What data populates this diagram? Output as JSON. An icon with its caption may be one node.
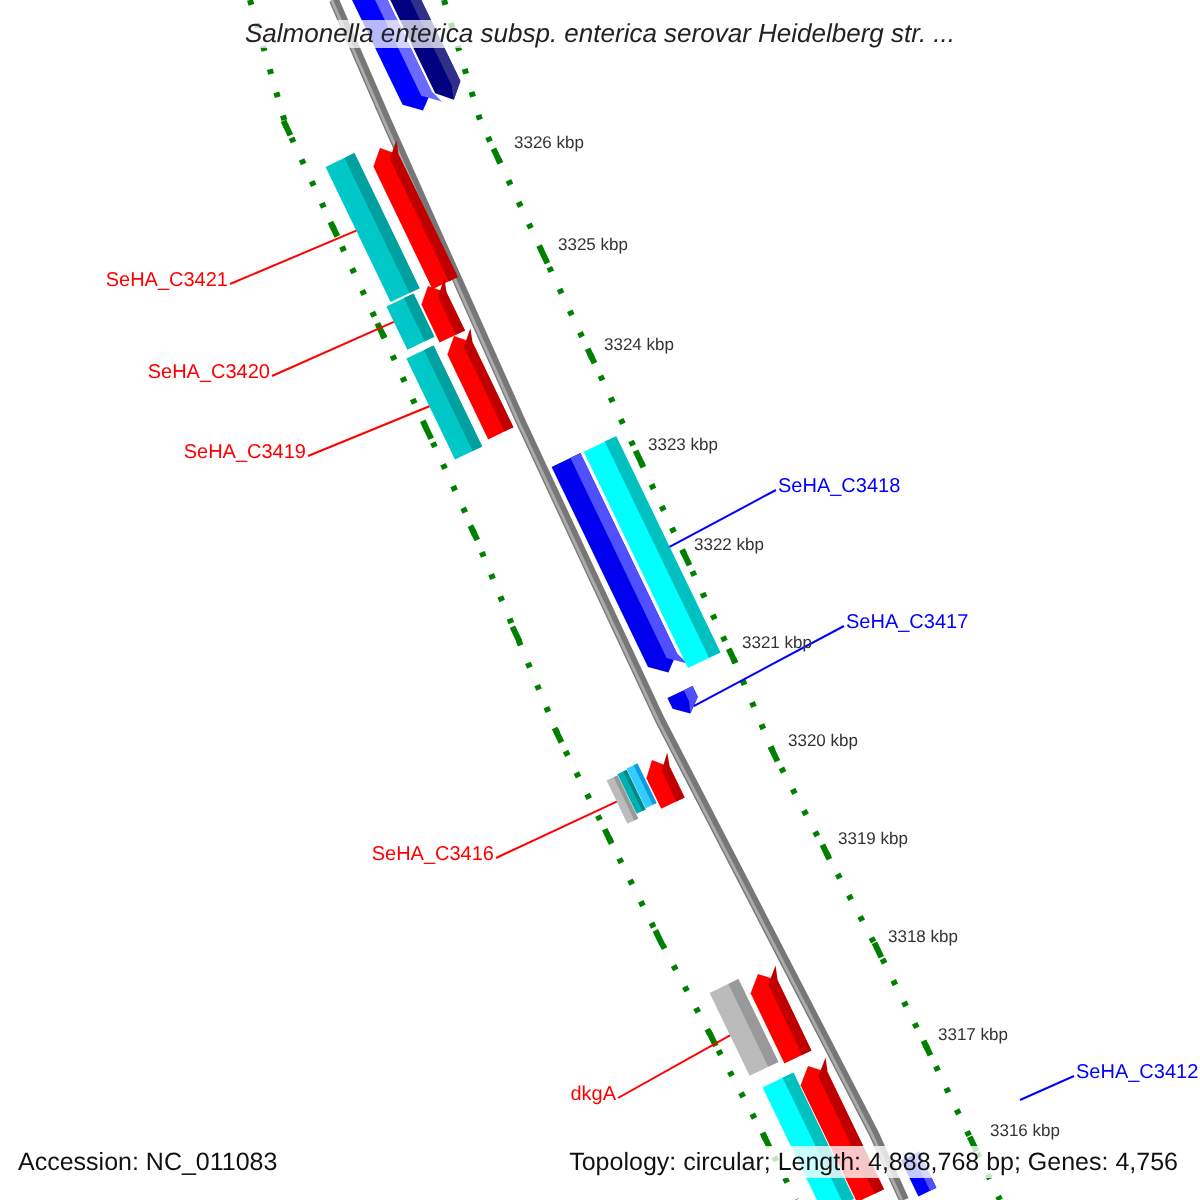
{
  "diagram": {
    "title": "Salmonella enterica subsp. enterica serovar Heidelberg str. ...",
    "nodes": [
      {
        "text": [],
        "shape": "pentagon"
      },
      {
        "text": [],
        "shape": "pentagon"
      },
      {
        "text": [],
        "shape": "bar"
      },
      {
        "text": [],
        "shape": "pentagon"
      },
      {
        "text": [],
        "shape": "bar"
      },
      {
        "text": [],
        "shape": "pentagon"
      },
      {
        "text": [],
        "shape": "bar"
      },
      {
        "text": [],
        "shape": "pentagon"
      },
      {
        "text": [],
        "shape": "pentagon"
      },
      {
        "text": [],
        "shape": "bar"
      },
      {
        "text": [],
        "shape": "pentagon"
      },
      {
        "text": [],
        "shape": "bar"
      },
      {
        "text": [],
        "shape": "bar"
      },
      {
        "text": [],
        "shape": "bar"
      },
      {
        "text": [],
        "shape": "pentagon"
      },
      {
        "text": [],
        "shape": "bar"
      },
      {
        "text": [],
        "shape": "pentagon"
      },
      {
        "text": [],
        "shape": "bar"
      },
      {
        "text": [],
        "shape": "pentagon"
      },
      {
        "text": [],
        "shape": "bar"
      },
      {
        "text": [
          "SeHA_C3421"
        ]
      },
      {
        "text": [
          "SeHA_C3420"
        ]
      },
      {
        "text": [
          "SeHA_C3419"
        ]
      },
      {
        "text": [
          "SeHA_C3418"
        ]
      },
      {
        "text": [
          "SeHA_C3417"
        ]
      },
      {
        "text": [
          "SeHA_C3416"
        ]
      },
      {
        "text": [
          "dkgA"
        ]
      },
      {
        "text": [
          "SeHA_C3412"
        ]
      }
    ],
    "edges": [
      {
        "from": 20,
        "to": 2,
        "arrow": "none"
      },
      {
        "from": 21,
        "to": 4,
        "arrow": "none"
      },
      {
        "from": 22,
        "to": 6,
        "arrow": "none"
      },
      {
        "from": 23,
        "to": 9,
        "arrow": "none",
        "color": "#0000ff"
      },
      {
        "from": 24,
        "to": 10,
        "arrow": "none",
        "color": "#0000ff"
      },
      {
        "from": 25,
        "to": 11,
        "arrow": "none"
      },
      {
        "from": 26,
        "to": 15,
        "arrow": "none"
      },
      {
        "from": 27,
        "to": null,
        "arrow": "none",
        "color": "#0000ff"
      }
    ],
    "labels": [
      "3326 kbp",
      "3325 kbp",
      "3324 kbp",
      "3323 kbp",
      "3322 kbp",
      "3321 kbp",
      "3320 kbp",
      "3319 kbp",
      "3318 kbp",
      "3317 kbp",
      "3316 kbp",
      "Accession: NC_011083",
      "Topology: circular; Length: 4,888,768 bp; Genes: 4,756"
    ]
  }
}
